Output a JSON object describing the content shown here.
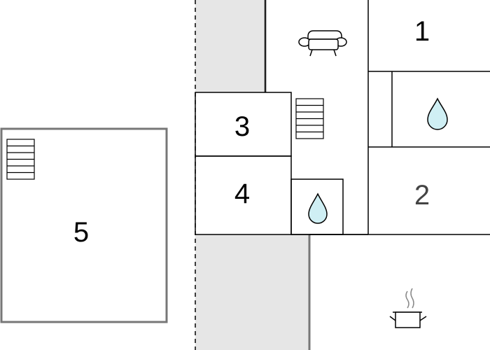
{
  "floorplan": {
    "rooms": [
      {
        "id": "room-1",
        "label": "1"
      },
      {
        "id": "room-2",
        "label": "2"
      },
      {
        "id": "room-3",
        "label": "3"
      },
      {
        "id": "room-4",
        "label": "4"
      },
      {
        "id": "room-5",
        "label": "5"
      }
    ],
    "icons": {
      "sofa": "sofa-icon",
      "stairs": "stairs-icon",
      "water": "water-drop-icon",
      "cooking": "cooking-pot-icon"
    },
    "colors": {
      "wall": "#000000",
      "outline_grey": "#777777",
      "corridor_fill": "#e6e6e6",
      "water_fill": "#cfeff4"
    }
  }
}
